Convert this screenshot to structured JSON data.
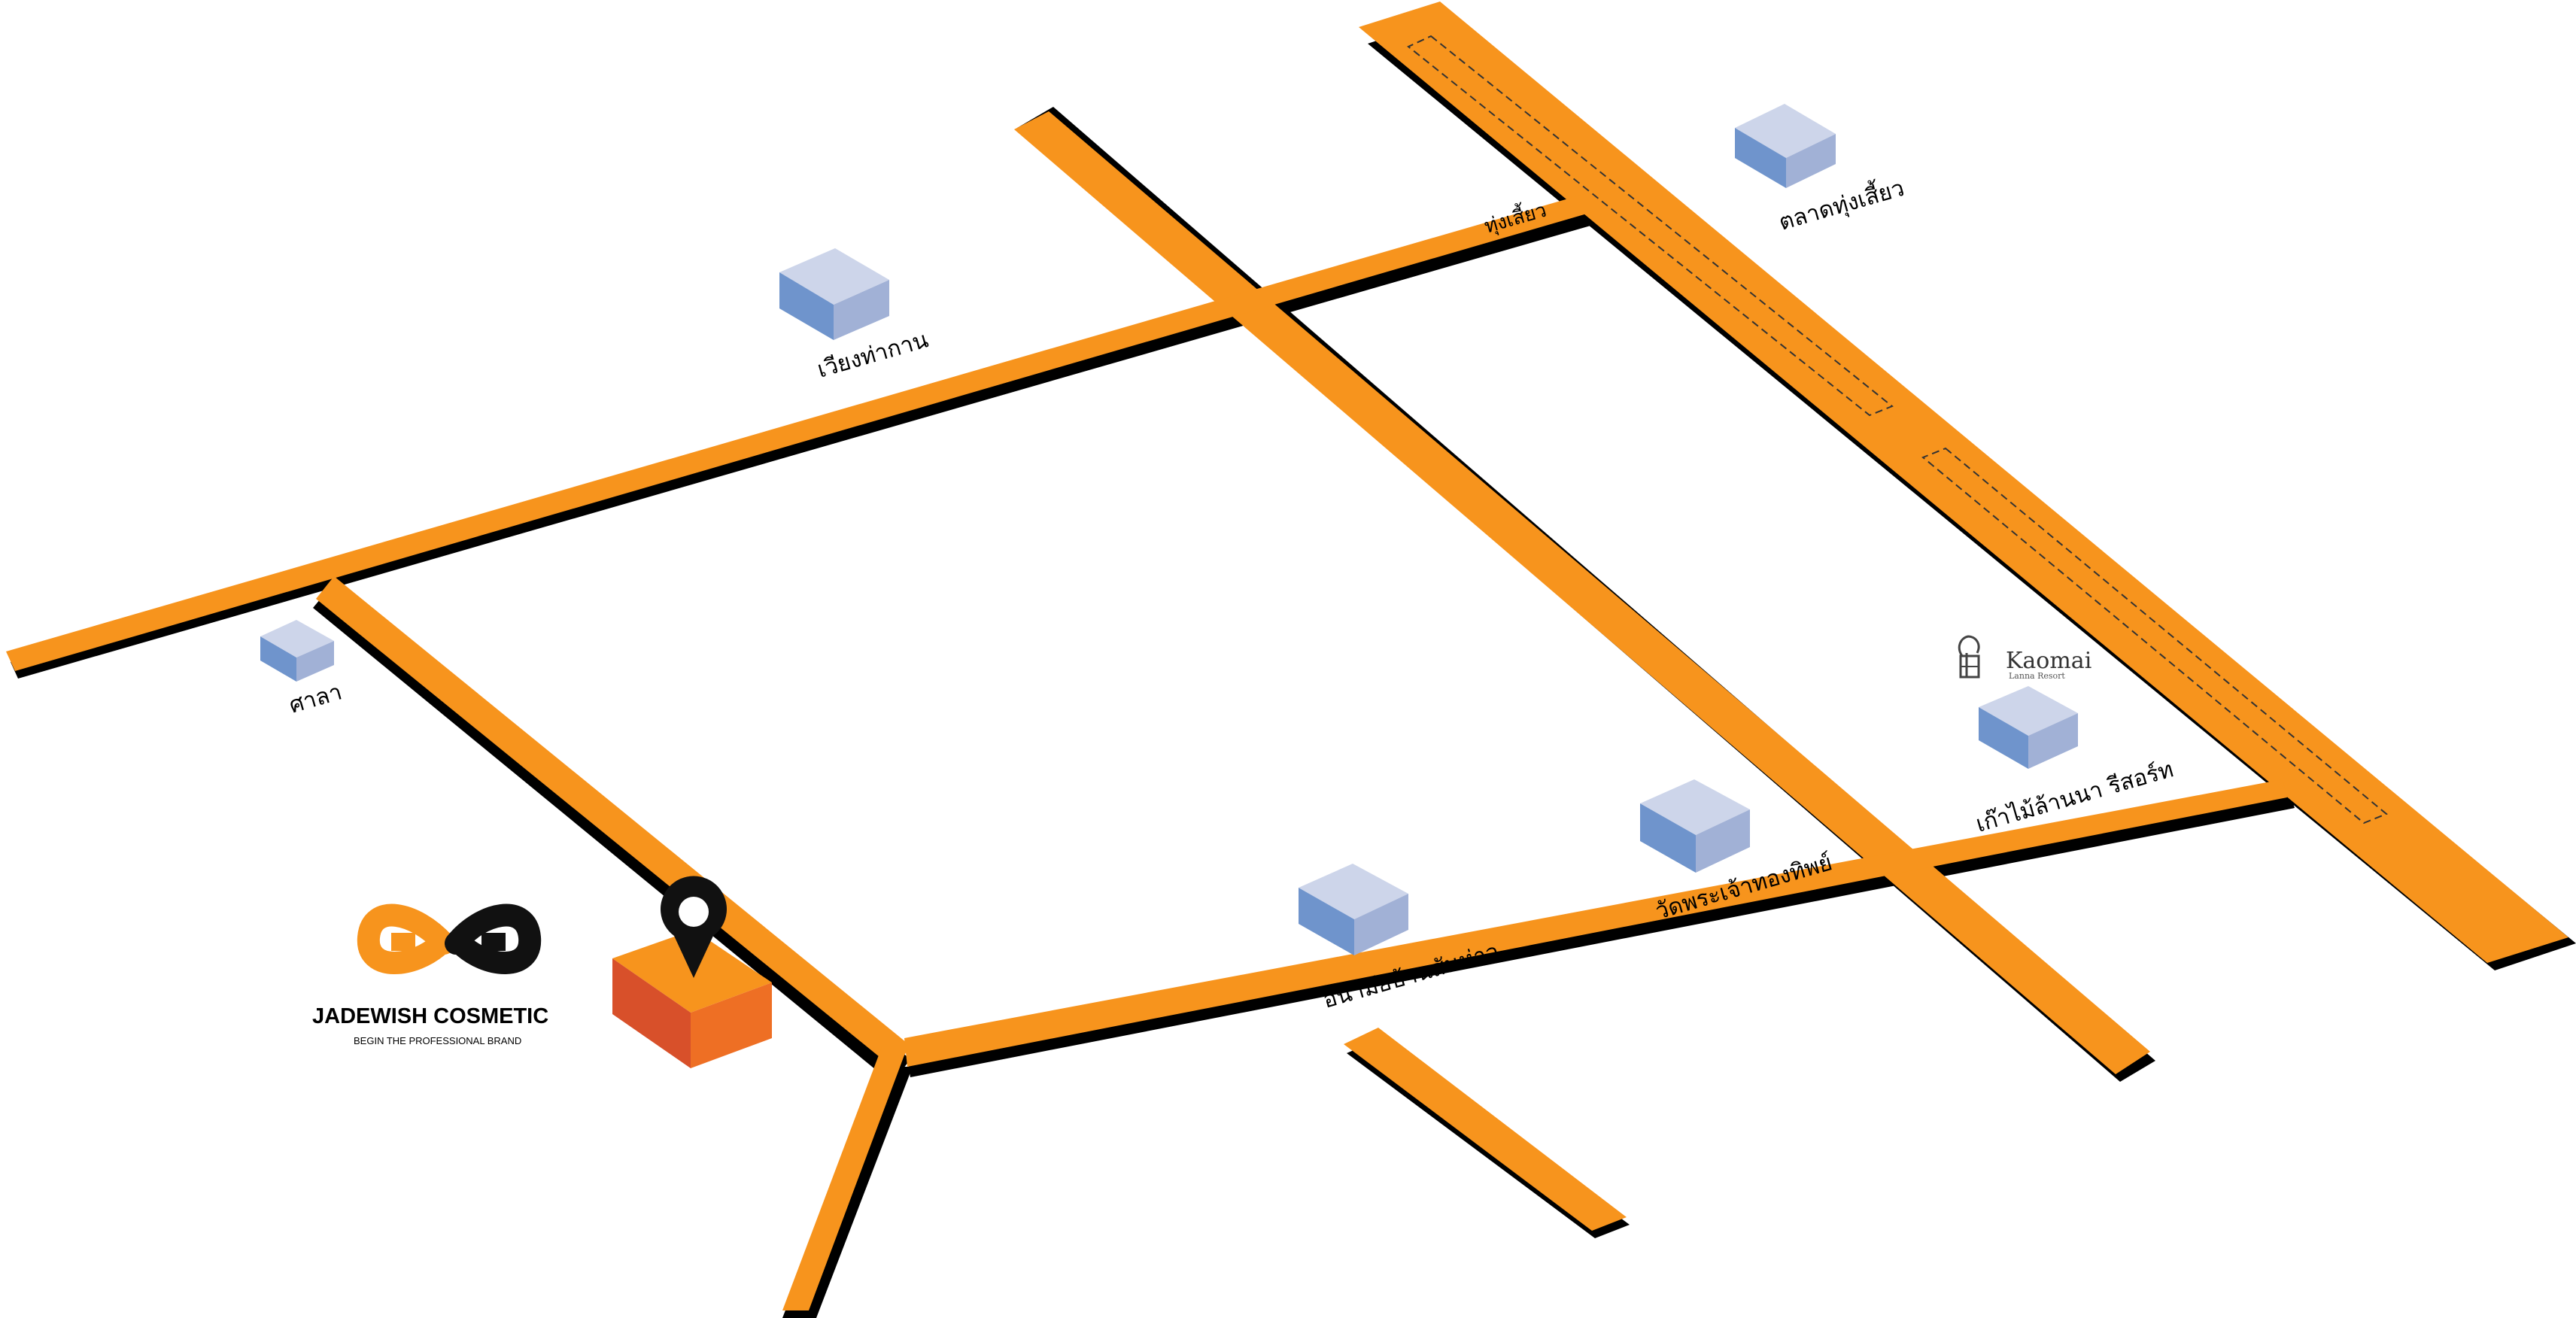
{
  "map": {
    "road_color": "#f7941d",
    "building_colors": {
      "top": "#cdd5ea",
      "left": "#6f94cc",
      "right": "#a1b1d6"
    },
    "roads": [
      {
        "id": "north-road",
        "name": "ทุ่งเสี้ยว"
      },
      {
        "id": "east-highway"
      },
      {
        "id": "middle-diagonal"
      },
      {
        "id": "west-diagonal"
      },
      {
        "id": "south-road"
      },
      {
        "id": "south-branch"
      },
      {
        "id": "southwest-branch"
      }
    ],
    "landmarks": [
      {
        "id": "wiang-tha-kan",
        "label": "เวียงท่ากาน"
      },
      {
        "id": "talat-thung-siao",
        "label": "ตลาดทุ่งเสี้ยว"
      },
      {
        "id": "sala",
        "label": "ศาลา"
      },
      {
        "id": "kaomai-resort",
        "label": "เก๊าไม้ล้านนา รีสอร์ท"
      },
      {
        "id": "wat-phra-chao-thong-thip",
        "label": "วัดพระเจ้าทองทิพย์"
      },
      {
        "id": "health-center",
        "label": "อนามัยบ้านสันห่าว"
      }
    ],
    "destination": {
      "brand_name": "JADEWISH COSMETIC",
      "tagline": "BEGIN THE PROFESSIONAL BRAND",
      "marker_icon": "location-pin-icon",
      "logo_colors": {
        "left": "#f7941d",
        "right": "#111111"
      },
      "building_colors": {
        "top": "#f7941d",
        "left": "#d8502a",
        "right": "#ee6f24"
      }
    },
    "kaomai_logo": {
      "name": "Kaomai",
      "subtitle": "Lanna Resort",
      "icon": "tree-icon"
    }
  }
}
